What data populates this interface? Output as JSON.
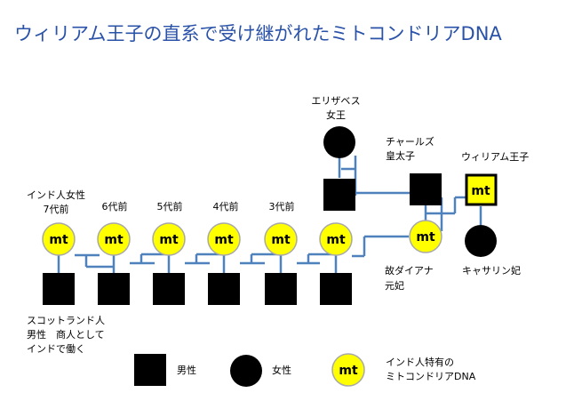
{
  "title": "ウィリアム王子の直系で受け継がれたミトコンドリアDNA",
  "mt_label": "mt",
  "people": {
    "indian_woman": [
      "インド人女性",
      "7代前"
    ],
    "gen6": [
      "6代前"
    ],
    "gen5": [
      "5代前"
    ],
    "gen4": [
      "4代前"
    ],
    "gen3": [
      "3代前"
    ],
    "scottish_man": [
      "スコットランド人",
      "男性　商人として",
      "インドで働く"
    ],
    "elizabeth": [
      "エリザベス",
      "女王"
    ],
    "charles": [
      "チャールズ",
      "皇太子"
    ],
    "william": [
      "ウィリアム王子"
    ],
    "diana": [
      "故ダイアナ",
      "元妃"
    ],
    "catherine": [
      "キャサリン妃"
    ]
  },
  "legend": {
    "male": "男性",
    "female": "女性",
    "mt": [
      "インド人特有の",
      "ミトコンドリアDNA"
    ]
  },
  "colors": {
    "title": "#2a52a8",
    "line": "#4f81bd",
    "mt_fill": "#ffff00",
    "shape_fill": "#000000"
  }
}
